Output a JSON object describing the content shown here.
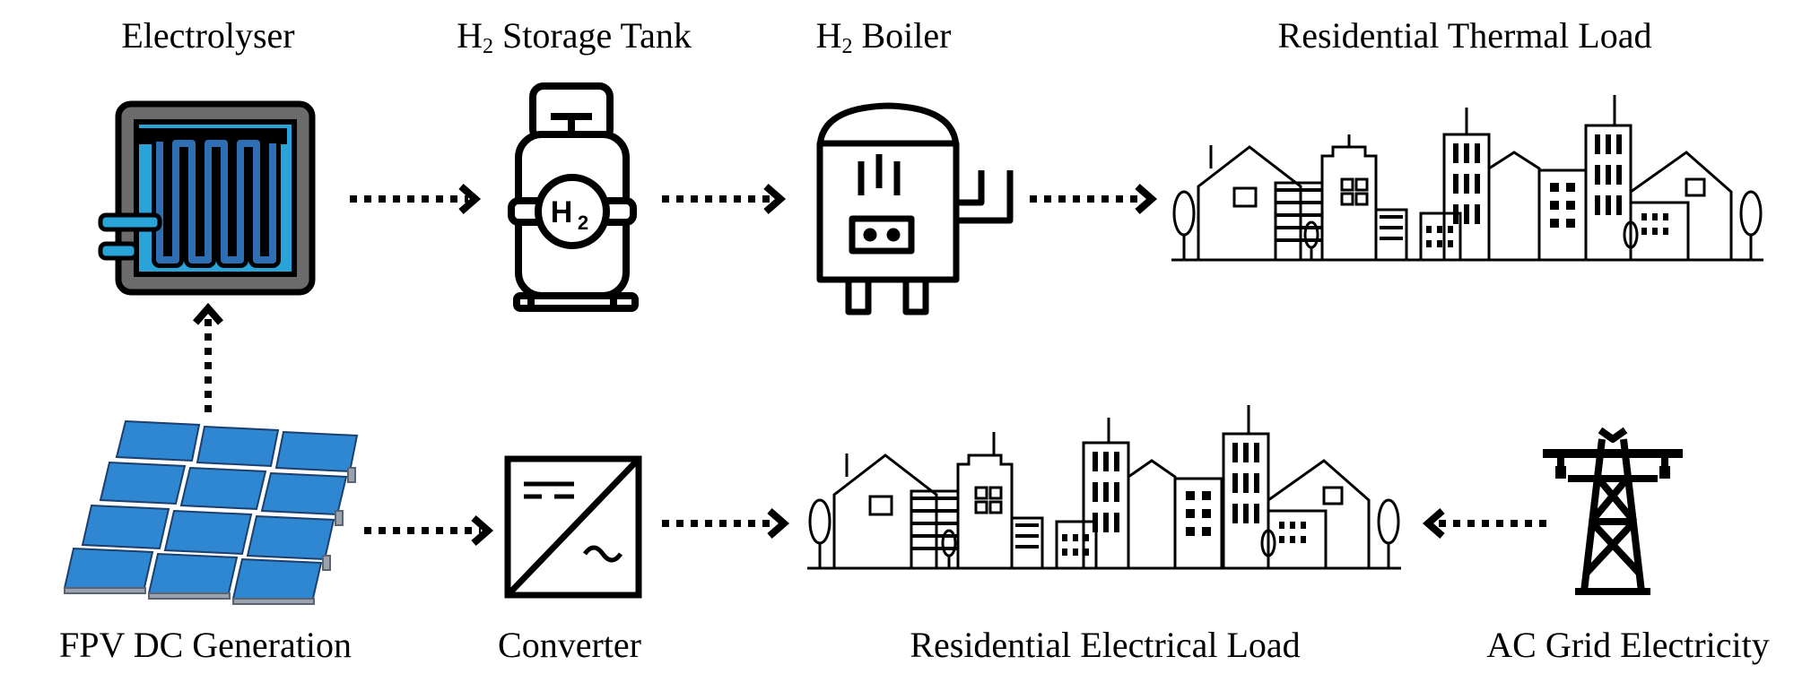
{
  "nodes": {
    "electrolyser": {
      "label": "Electrolyser"
    },
    "storage_tank": {
      "label_prefix": "H",
      "label_sub": "2",
      "label_rest": " Storage Tank",
      "icon_text": "H",
      "icon_sub": "2"
    },
    "boiler": {
      "label_prefix": "H",
      "label_sub": "2",
      "label_rest": " Boiler"
    },
    "thermal_load": {
      "label": "Residential Thermal Load"
    },
    "fpv": {
      "label": "FPV DC Generation"
    },
    "converter": {
      "label": "Converter",
      "dc_symbol": "=",
      "ac_symbol": "~"
    },
    "electrical_load": {
      "label": "Residential Electrical Load"
    },
    "grid": {
      "label": "AC Grid Electricity"
    }
  },
  "edges": [
    {
      "from": "fpv",
      "to": "electrolyser"
    },
    {
      "from": "electrolyser",
      "to": "storage_tank"
    },
    {
      "from": "storage_tank",
      "to": "boiler"
    },
    {
      "from": "boiler",
      "to": "thermal_load"
    },
    {
      "from": "fpv",
      "to": "converter"
    },
    {
      "from": "converter",
      "to": "electrical_load"
    },
    {
      "from": "grid",
      "to": "electrical_load"
    }
  ],
  "colors": {
    "electrolyser_fill": "#2aa3d8",
    "electrolyser_frame": "#6b6b6b",
    "coil": "#2e6fb4",
    "panel": "#2f86d1",
    "panel_dark": "#1e5fa8",
    "line": "#000000"
  }
}
